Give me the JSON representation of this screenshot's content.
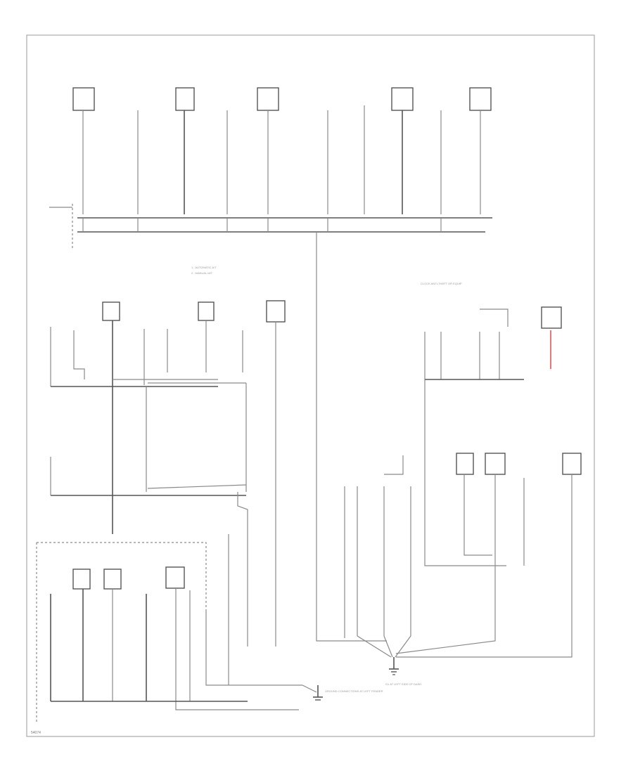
{
  "diagram": {
    "id_label": "54074",
    "accent_color": "#e23b3b",
    "wire_color": "#8a8a8a",
    "note": {
      "lines": [
        "1 : AUTOMATIC A/T",
        "2 : MANUAL M/T"
      ]
    },
    "group_label": "CLOCK ANTI-THEFT OR EQUIP",
    "main_ground_label": "G1 AT LEFT SIDE OF DASH",
    "bottom_ground_label": "GROUND CONNECTIONS AT LEFT FENDER"
  }
}
